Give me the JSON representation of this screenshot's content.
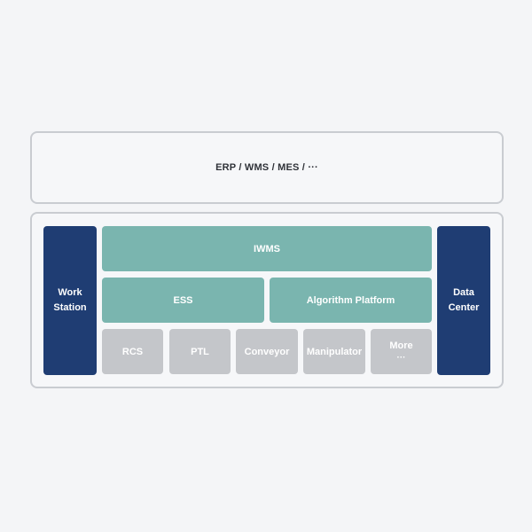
{
  "top_layer": {
    "label": "ERP / WMS / MES / ···"
  },
  "left_panel": {
    "line1": "Work",
    "line2": "Station"
  },
  "right_panel": {
    "line1": "Data",
    "line2": "Center"
  },
  "middle": {
    "iwms": "IWMS",
    "ess": "ESS",
    "algorithm_platform": "Algorithm Platform"
  },
  "modules": {
    "rcs": "RCS",
    "ptl": "PTL",
    "conveyor": "Conveyor",
    "manipulator": "Manipulator",
    "more": "More",
    "more_dots": "···"
  },
  "colors": {
    "navy": "#1f3d73",
    "teal": "#7ab5af",
    "grey": "#c4c6ca",
    "border": "#c9ccd1",
    "background": "#f4f5f7"
  }
}
